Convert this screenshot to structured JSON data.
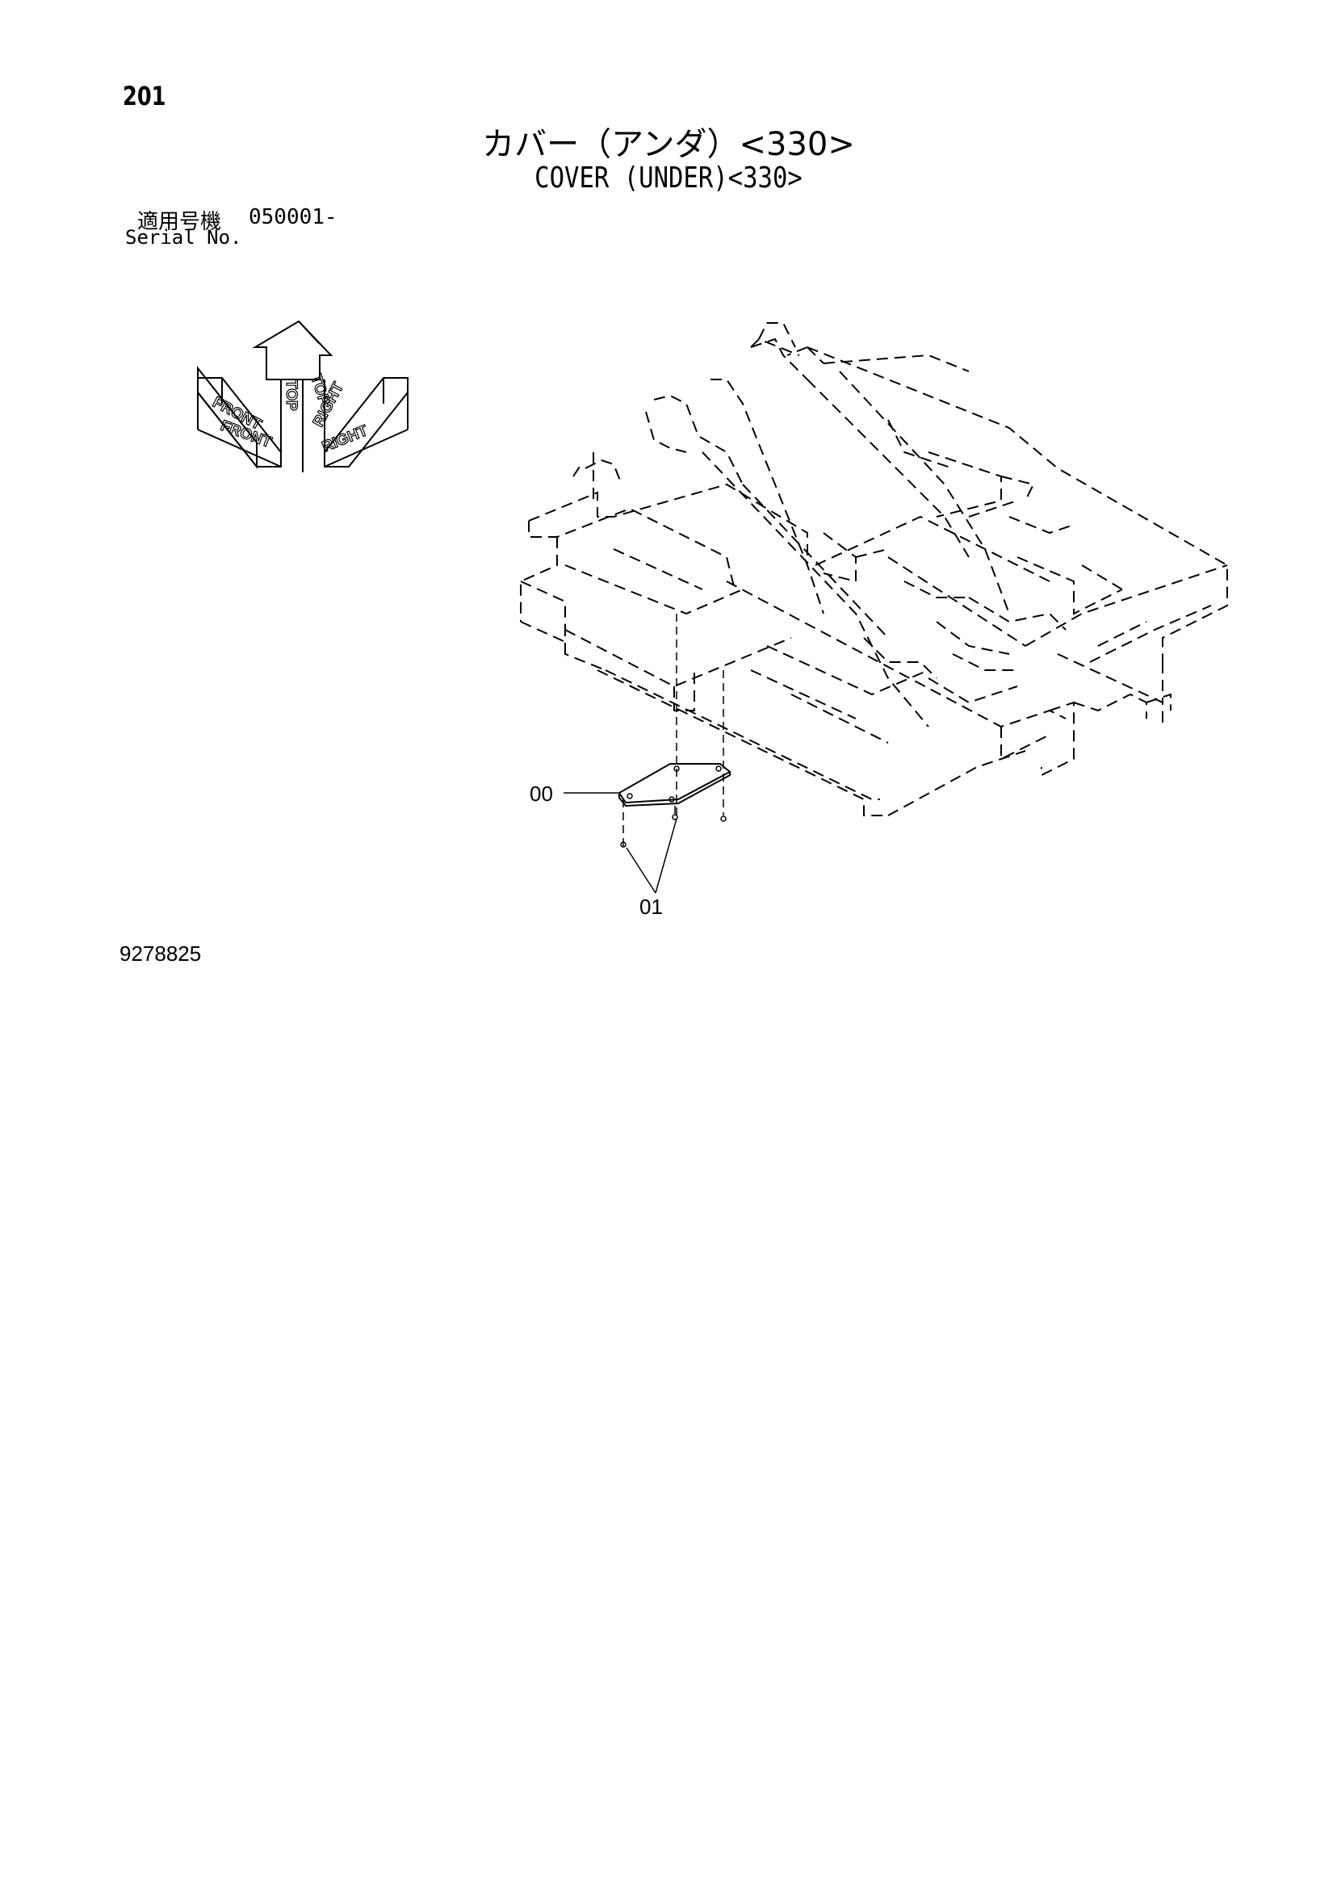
{
  "page_number": "201",
  "title_jp": "カバー（アンダ）<330>",
  "title_en": "COVER (UNDER)<330>",
  "serial": {
    "label_jp": "適用号機",
    "value": "050001-",
    "label_en": "Serial No."
  },
  "orientation_compass": {
    "top": "TOP",
    "front": "FRONT",
    "right": "RIGHT"
  },
  "callouts": [
    {
      "id": "00"
    },
    {
      "id": "01"
    }
  ],
  "drawing_number": "9278825"
}
